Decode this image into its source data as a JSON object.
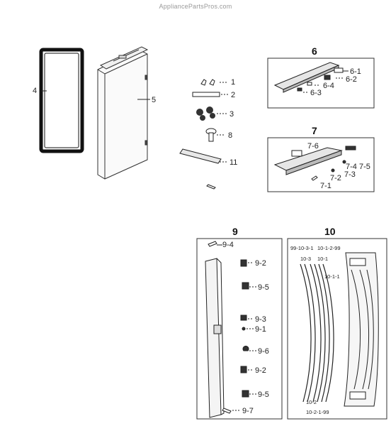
{
  "watermark": "AppliancePartsPros.com",
  "callouts": {
    "c1": "1",
    "c2": "2",
    "c3": "3",
    "c4": "4",
    "c5": "5",
    "c8": "8",
    "c11": "11"
  },
  "box6": {
    "title": "6",
    "p61": "6-1",
    "p62": "6-2",
    "p63": "6-3",
    "p64": "6-4"
  },
  "box7": {
    "title": "7",
    "p76": "7-6",
    "p74": "7-4",
    "p75": "7-5",
    "p73": "7-3",
    "p72": "7-2",
    "p71": "7-1"
  },
  "box9": {
    "title": "9",
    "p94": "9-4",
    "p92a": "9-2",
    "p95a": "9-5",
    "p93": "9-3",
    "p91": "9-1",
    "p96": "9-6",
    "p92b": "9-2",
    "p95b": "9-5",
    "p97": "9-7"
  },
  "box10": {
    "title": "10",
    "top_left": "99-10-3-1",
    "top_right": "10-1-2-99",
    "p103": "10-3",
    "p101": "10-1",
    "p1011": "10-1-1",
    "p102": "10-2",
    "bottom": "10-2-1-99"
  }
}
